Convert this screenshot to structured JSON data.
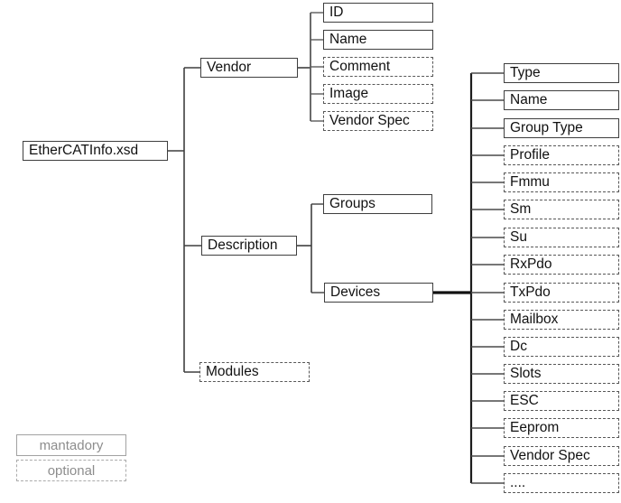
{
  "diagram": {
    "type": "xsd-schema-tree",
    "root": {
      "label": "EtherCATInfo.xsd",
      "required": "mandatory"
    },
    "vendor": {
      "label": "Vendor",
      "required": "mandatory"
    },
    "vendor_children": [
      {
        "label": "ID",
        "required": "mandatory"
      },
      {
        "label": "Name",
        "required": "mandatory"
      },
      {
        "label": "Comment",
        "required": "optional"
      },
      {
        "label": "Image",
        "required": "optional"
      },
      {
        "label": "Vendor Spec",
        "required": "optional"
      }
    ],
    "description": {
      "label": "Description",
      "required": "mandatory"
    },
    "description_children": [
      {
        "label": "Groups",
        "required": "mandatory"
      },
      {
        "label": "Devices",
        "required": "mandatory"
      }
    ],
    "devices_children": [
      {
        "label": "Type",
        "required": "mandatory"
      },
      {
        "label": "Name",
        "required": "mandatory"
      },
      {
        "label": "Group Type",
        "required": "mandatory"
      },
      {
        "label": "Profile",
        "required": "optional"
      },
      {
        "label": "Fmmu",
        "required": "optional"
      },
      {
        "label": "Sm",
        "required": "optional"
      },
      {
        "label": "Su",
        "required": "optional"
      },
      {
        "label": "RxPdo",
        "required": "optional"
      },
      {
        "label": "TxPdo",
        "required": "optional"
      },
      {
        "label": "Mailbox",
        "required": "optional"
      },
      {
        "label": "Dc",
        "required": "optional"
      },
      {
        "label": "Slots",
        "required": "optional"
      },
      {
        "label": "ESC",
        "required": "optional"
      },
      {
        "label": "Eeprom",
        "required": "optional"
      },
      {
        "label": "Vendor Spec",
        "required": "optional"
      },
      {
        "label": "....",
        "required": "optional"
      }
    ],
    "modules": {
      "label": "Modules",
      "required": "optional"
    }
  },
  "legend": {
    "mandatory_label": "mantadory",
    "optional_label": "optional"
  },
  "colors": {
    "solid_border": "#3f3f3f",
    "dashed_border": "#585858",
    "legend_gray": "#8d8d8d",
    "connector": "#3f3f3f",
    "thick_connector": "#111111"
  }
}
